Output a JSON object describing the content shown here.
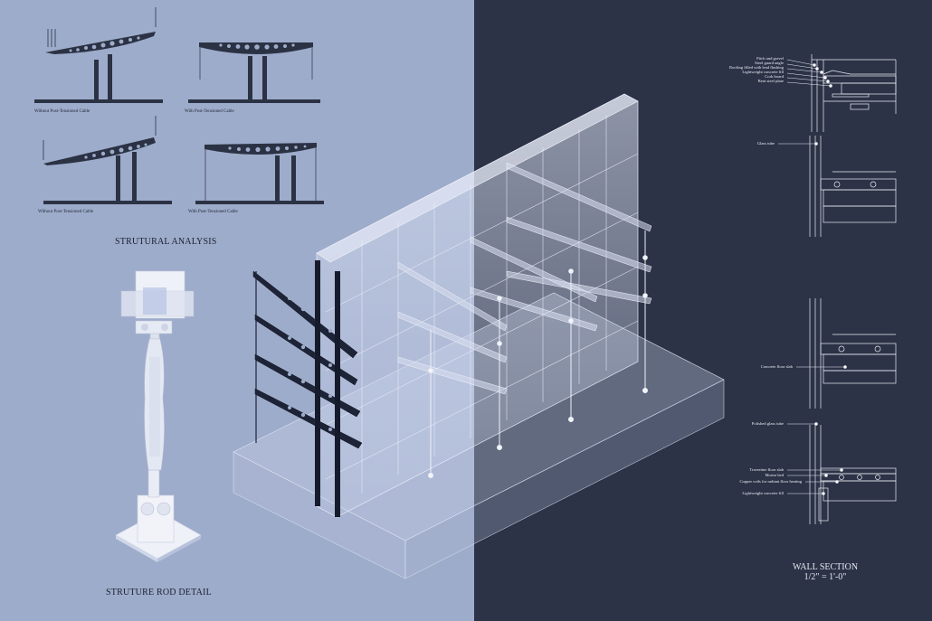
{
  "structural_analysis": {
    "title": "STRUTURAL ANALYSIS",
    "diagrams": [
      {
        "caption": "Without Post-Tensioned Cable"
      },
      {
        "caption": "With Post-Tensioned Cable"
      },
      {
        "caption": "Without Post-Tensioned Cable"
      },
      {
        "caption": "With Post-Tensioned Cable"
      }
    ]
  },
  "rod_detail": {
    "title": "STRUTURE ROD DETAIL"
  },
  "wall_section": {
    "title": "WALL SECTION",
    "scale": "1/2\" = 1'-0\"",
    "labels": {
      "top_group": [
        "Pitch and gravel",
        "Steel guard angle",
        "Roofing filled with lead flashing",
        "Lightweight concrete fill",
        "Cork board",
        "Bent steel plate"
      ],
      "glass_tube": "Glass tube",
      "concrete_floor_slab": "Concrete floor slab",
      "polished_glass_tube": "Polished glass tube",
      "bottom_group": [
        "Travertine floor slab",
        "Mortar bed",
        "Copper coils for radiant floor heating",
        "Lightweight concrete fill"
      ]
    }
  },
  "colors": {
    "left_bg": "#9eaccb",
    "right_bg": "#2c3347",
    "ink": "#2b3244",
    "line_light": "#e9ecf2"
  }
}
